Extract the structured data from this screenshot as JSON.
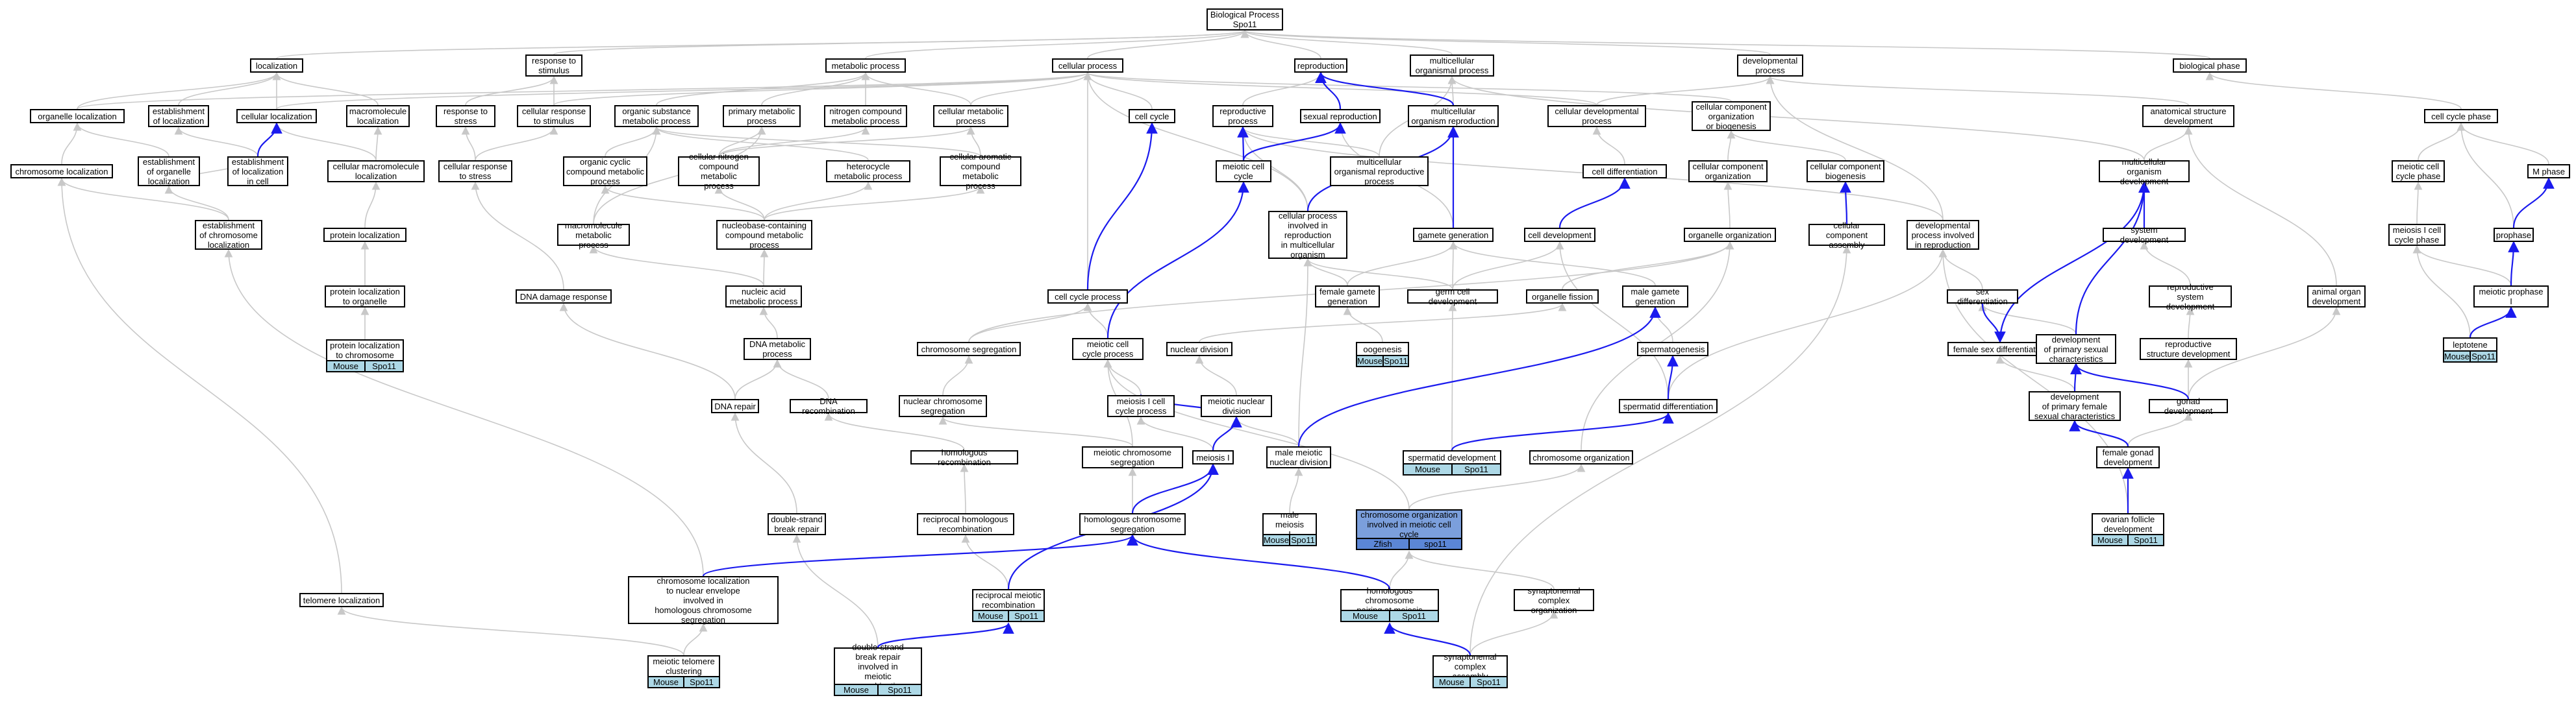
{
  "colors": {
    "edge": "#c8c8c8",
    "highlight_edge": "#1a1aee",
    "tag_fill": "#add8e6",
    "tag_fill_dark": "#5b86d6",
    "node_highlight": "#7b9fdc"
  },
  "terms": {
    "bp": "Biological Process\nSpo11",
    "loc": "localization",
    "resp_stim": "response to\nstimulus",
    "metab": "metabolic process",
    "cell_proc": "cellular process",
    "repro": "reproduction",
    "multi_org": "multicellular\norganismal process",
    "dev_proc": "developmental\nprocess",
    "bio_phase": "biological phase",
    "org_loc": "organelle localization",
    "est_loc": "establishment\nof localization",
    "cell_loc": "cellular localization",
    "macro_loc": "macromolecule\nlocalization",
    "resp_stress": "response to\nstress",
    "cell_resp_stim": "cellular response\nto stimulus",
    "org_sub_metab": "organic substance\nmetabolic process",
    "prim_metab": "primary metabolic\nprocess",
    "nitro_metab": "nitrogen compound\nmetabolic process",
    "cell_metab": "cellular metabolic\nprocess",
    "cell_cycle": "cell cycle",
    "repro_proc": "reproductive\nprocess",
    "sex_repro": "sexual reproduction",
    "multi_org_repro": "multicellular\norganism reproduction",
    "cell_dev_proc": "cellular developmental\nprocess",
    "cc_org_bio": "cellular component\norganization\nor biogenesis",
    "anat_dev": "anatomical structure\ndevelopment",
    "cc_phase": "cell cycle phase",
    "chrom_loc": "chromosome localization",
    "est_org_loc": "establishment\nof organelle\nlocalization",
    "est_loc_cell": "establishment\nof localization\nin cell",
    "cell_macro_loc": "cellular macromolecule\nlocalization",
    "cell_resp_stress": "cellular response\nto stress",
    "org_cyc_metab": "organic cyclic\ncompound metabolic\nprocess",
    "cell_nitro_metab": "cellular nitrogen\ncompound metabolic\nprocess",
    "hetero_metab": "heterocycle\nmetabolic process",
    "cell_arom_metab": "cellular aromatic\ncompound metabolic\nprocess",
    "meiotic_cc": "meiotic cell\ncycle",
    "multi_org_repro_proc": "multicellular\norganismal reproductive\nprocess",
    "cell_diff": "cell differentiation",
    "cc_org": "cellular component\norganization",
    "cc_bio": "cellular component\nbiogenesis",
    "multi_org_dev": "multicellular\norganism development",
    "meiotic_cc_phase": "meiotic cell\ncycle phase",
    "m_phase": "M phase",
    "est_chrom_loc": "establishment\nof chromosome\nlocalization",
    "prot_loc": "protein localization",
    "macro_metab": "macromolecule\nmetabolic process",
    "nucleobase_metab": "nucleobase-containing\ncompound metabolic\nprocess",
    "cell_proc_repro": "cellular process\ninvolved in\nreproduction\nin multicellular\norganism",
    "gamete_gen": "gamete generation",
    "cell_dev": "cell development",
    "org_org": "organelle organization",
    "cc_assembly": "cellular component\nassembly",
    "dev_proc_repro": "developmental\nprocess involved\nin reproduction",
    "sys_dev": "system development",
    "meiosis1_cc_phase": "meiosis I cell\ncycle phase",
    "prophase": "prophase",
    "prot_loc_org": "protein localization\nto organelle",
    "dna_damage": "DNA damage response",
    "nucleic_metab": "nucleic acid\nmetabolic process",
    "cc_proc": "cell cycle process",
    "fem_gamete_gen": "female gamete\ngeneration",
    "germ_cell_dev": "germ cell development",
    "org_fission": "organelle fission",
    "male_gamete_gen": "male gamete\ngeneration",
    "sex_diff": "sex differentiation",
    "repro_sys_dev": "reproductive\nsystem development",
    "animal_organ_dev": "animal organ\ndevelopment",
    "meiotic_prophase": "meiotic prophase\nI",
    "prot_loc_chrom": "protein localization\nto chromosome",
    "dna_metab": "DNA metabolic\nprocess",
    "chrom_seg": "chromosome segregation",
    "meiotic_cc_proc": "meiotic cell\ncycle process",
    "nuc_div": "nuclear division",
    "oogenesis": "oogenesis",
    "spermatogenesis": "spermatogenesis",
    "fem_sex_diff": "female sex differentiation",
    "dev_prim_sex": "development\nof primary sexual\ncharacteristics",
    "repro_struct_dev": "reproductive\nstructure development",
    "leptotene": "leptotene",
    "dna_repair": "DNA repair",
    "dna_recomb": "DNA recombination",
    "nuc_chrom_seg": "nuclear chromosome\nsegregation",
    "meiosis1_cc_proc": "meiosis I cell\ncycle process",
    "meiotic_nuc_div": "meiotic nuclear\ndivision",
    "spermatid_diff": "spermatid differentiation",
    "dev_prim_fem": "development\nof primary female\nsexual characteristics",
    "gonad_dev": "gonad development",
    "meiotic_chrom_seg": "meiotic chromosome\nsegregation",
    "meiosis1": "meiosis I",
    "male_meiotic_nuc_div": "male meiotic\nnuclear division",
    "homol_recomb": "homologous recombination",
    "spermatid_dev": "spermatid development",
    "chrom_org": "chromosome organization",
    "fem_gonad_dev": "female gonad\ndevelopment",
    "dsb_repair": "double-strand\nbreak repair",
    "recip_homol_recomb": "reciprocal homologous\nrecombination",
    "homol_chrom_seg": "homologous chromosome\nsegregation",
    "male_meiosis1": "male meiosis\nI",
    "chrom_org_meiotic": "chromosome organization\ninvolved in meiotic cell\ncycle",
    "ovarian_follicle": "ovarian follicle\ndevelopment",
    "chrom_loc_nuc": "chromosome localization\nto nuclear envelope\ninvolved in\nhomologous chromosome\nsegregation",
    "recip_meiotic_recomb": "reciprocal meiotic\nrecombination",
    "homol_chrom_pairing": "homologous chromosome\npairing at meiosis",
    "telomere_loc": "telomere localization",
    "synaptonemal_org": "synaptonemal\ncomplex organization",
    "meiotic_telomere": "meiotic telomere\nclustering",
    "dsb_repair_meiotic": "double-strand\nbreak repair\ninvolved in\nmeiotic recombination",
    "synaptonemal_assembly": "synaptonemal\ncomplex assembly"
  },
  "annotations": {
    "mouse": "Mouse",
    "zfish": "Zfish",
    "gene": "Spo11",
    "gene_lower": "spo11"
  }
}
